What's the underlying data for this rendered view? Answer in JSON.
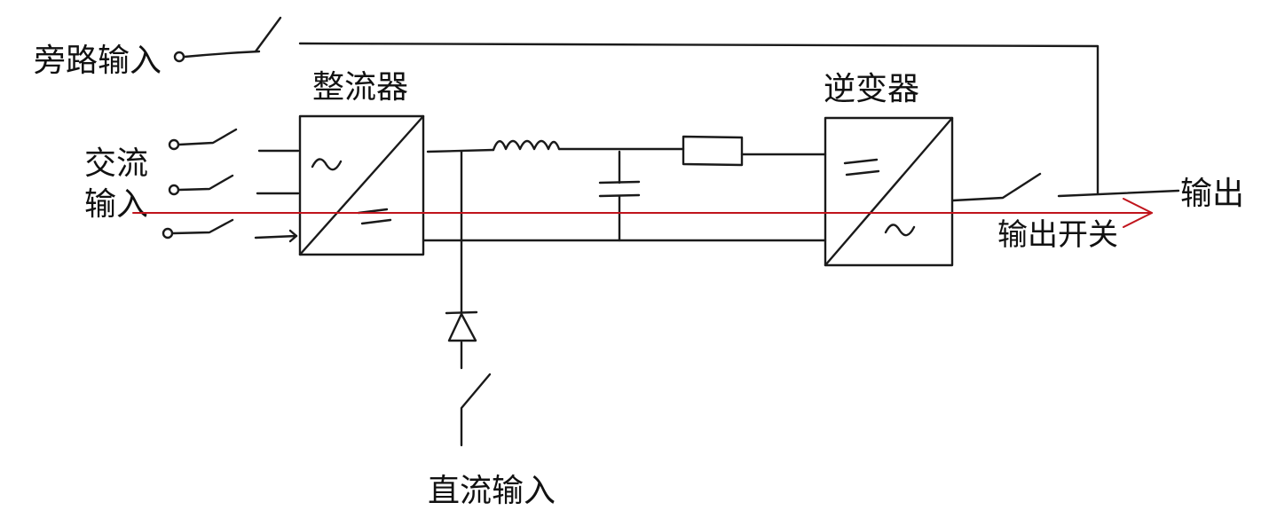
{
  "labels": {
    "bypass_input": "旁路输入",
    "rectifier": "整流器",
    "ac_input_line1": "交流",
    "ac_input_line2": "输入",
    "inverter": "逆变器",
    "output": "输出",
    "output_switch": "输出开关",
    "dc_input": "直流输入"
  },
  "symbols": {
    "rectifier_ac": "~",
    "rectifier_dc": "=",
    "inverter_dc": "=",
    "inverter_ac": "~"
  },
  "colors": {
    "ink": "#1a1a1a",
    "power_flow_arrow": "#c0141c"
  }
}
